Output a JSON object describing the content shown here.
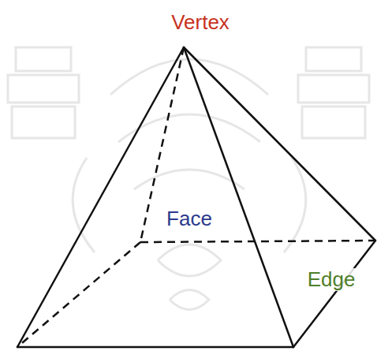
{
  "diagram": {
    "labels": [
      "Vertex",
      "Face",
      "Edge"
    ]
  }
}
